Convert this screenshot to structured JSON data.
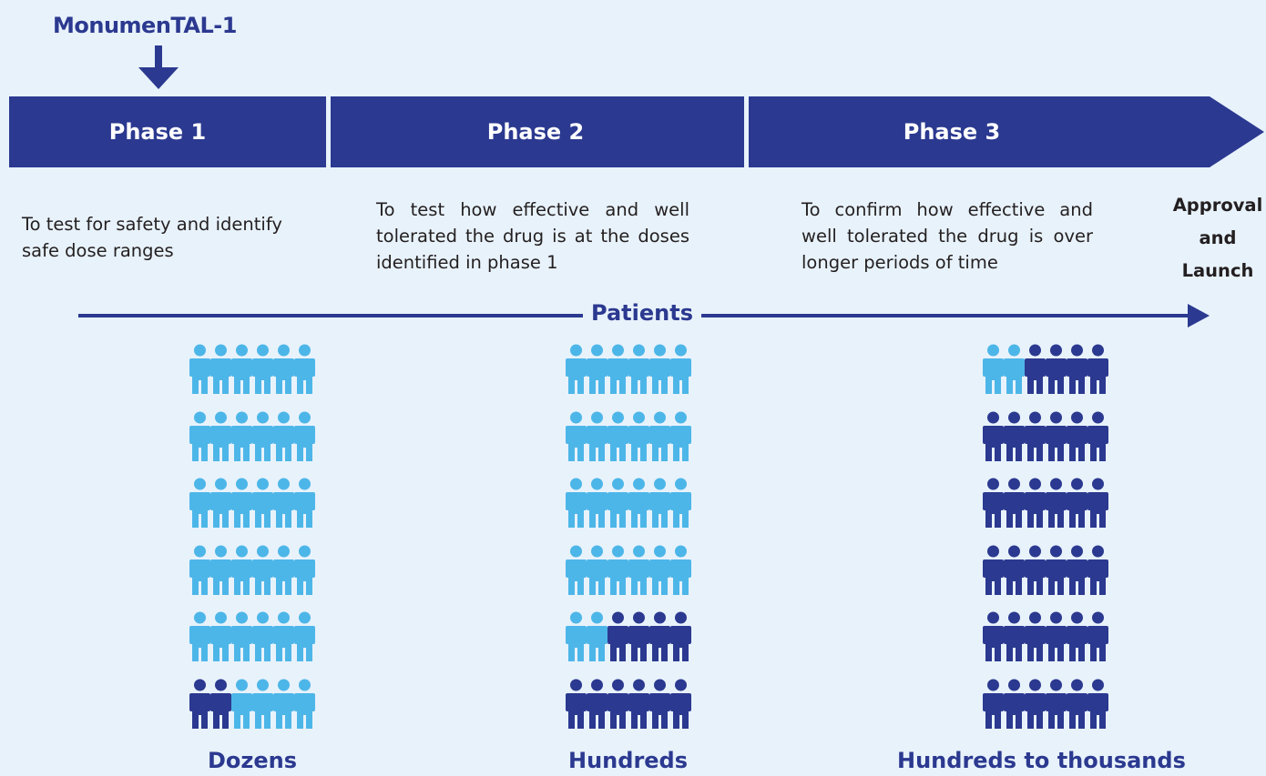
{
  "study": {
    "label": "MonumenTAL-1"
  },
  "phases": [
    {
      "title": "Phase 1",
      "description": "To test for safety and identify safe dose ranges",
      "patients_label": "Dozens",
      "people_grid": [
        [
          "light",
          "light",
          "light",
          "light",
          "light",
          "light"
        ],
        [
          "light",
          "light",
          "light",
          "light",
          "light",
          "light"
        ],
        [
          "light",
          "light",
          "light",
          "light",
          "light",
          "light"
        ],
        [
          "light",
          "light",
          "light",
          "light",
          "light",
          "light"
        ],
        [
          "light",
          "light",
          "light",
          "light",
          "light",
          "light"
        ],
        [
          "dark",
          "dark",
          "light",
          "light",
          "light",
          "light"
        ]
      ]
    },
    {
      "title": "Phase 2",
      "description": "To test how effective and well tolerated the drug is at the doses identified in phase 1",
      "patients_label": "Hundreds",
      "people_grid": [
        [
          "light",
          "light",
          "light",
          "light",
          "light",
          "light"
        ],
        [
          "light",
          "light",
          "light",
          "light",
          "light",
          "light"
        ],
        [
          "light",
          "light",
          "light",
          "light",
          "light",
          "light"
        ],
        [
          "light",
          "light",
          "light",
          "light",
          "light",
          "light"
        ],
        [
          "light",
          "light",
          "dark",
          "dark",
          "dark",
          "dark"
        ],
        [
          "dark",
          "dark",
          "dark",
          "dark",
          "dark",
          "dark"
        ]
      ]
    },
    {
      "title": "Phase 3",
      "description": "To confirm how effective and well tolerated the drug is over longer periods of time",
      "patients_label": "Hundreds to thousands",
      "people_grid": [
        [
          "light",
          "light",
          "dark",
          "dark",
          "dark",
          "dark"
        ],
        [
          "dark",
          "dark",
          "dark",
          "dark",
          "dark",
          "dark"
        ],
        [
          "dark",
          "dark",
          "dark",
          "dark",
          "dark",
          "dark"
        ],
        [
          "dark",
          "dark",
          "dark",
          "dark",
          "dark",
          "dark"
        ],
        [
          "dark",
          "dark",
          "dark",
          "dark",
          "dark",
          "dark"
        ],
        [
          "dark",
          "dark",
          "dark",
          "dark",
          "dark",
          "dark"
        ]
      ]
    }
  ],
  "approval": {
    "line1": "Approval",
    "line2": "and",
    "line3": "Launch"
  },
  "patients_axis": {
    "label": "Patients"
  },
  "colors": {
    "dark_blue": "#2b3990",
    "light_blue": "#4db6e8",
    "background": "#e8f2fb",
    "text": "#231f20"
  }
}
